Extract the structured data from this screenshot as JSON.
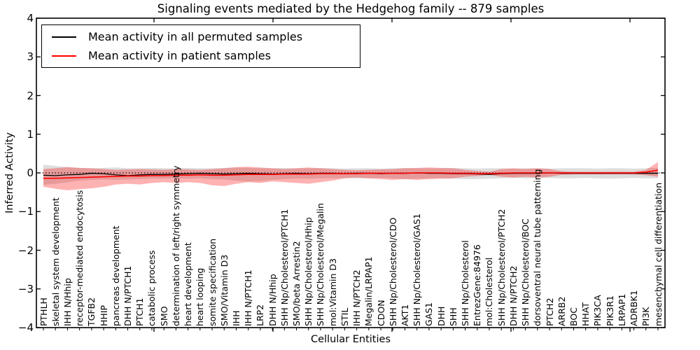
{
  "title": "Signaling events mediated by the Hedgehog family -- 879 samples",
  "axes": {
    "ylabel": "Inferred Activity",
    "xlabel": "Cellular Entities",
    "yticks": [
      {
        "label": "4",
        "value": 4
      },
      {
        "label": "3",
        "value": 3
      },
      {
        "label": "2",
        "value": 2
      },
      {
        "label": "1",
        "value": 1
      },
      {
        "label": "0",
        "value": 0
      },
      {
        "label": "−1",
        "value": -1
      },
      {
        "label": "−2",
        "value": -2
      },
      {
        "label": "−3",
        "value": -3
      },
      {
        "label": "−4",
        "value": -4
      }
    ]
  },
  "legend": {
    "items": [
      {
        "label": "Mean activity in all permuted samples",
        "color": "#000000"
      },
      {
        "label": "Mean activity in patient samples",
        "color": "#ff0000"
      }
    ]
  },
  "colors": {
    "permuted_line": "#000000",
    "patient_line": "#ff0000",
    "permuted_band": "#808080",
    "patient_band": "#ff0000",
    "reference_line": "#000000"
  },
  "chart_data": {
    "type": "line",
    "title": "Signaling events mediated by the Hedgehog family -- 879 samples",
    "xlabel": "Cellular Entities",
    "ylabel": "Inferred Activity",
    "ylim": [
      -4,
      4
    ],
    "legend_position": "upper left",
    "grid": false,
    "reference_line": {
      "y": 0,
      "style": "dotted",
      "color": "#000000"
    },
    "categories": [
      "PTHLH",
      "skeletal system development",
      "IHH N/Hhip",
      "receptor-mediated endocytosis",
      "TGFB2",
      "HHIP",
      "pancreas development",
      "DHH N/PTCH1",
      "PTCH1",
      "catabolic process",
      "SMO",
      "determination of left/right symmetry",
      "heart development",
      "heart looping",
      "somite specification",
      "SMO/Vitamin D3",
      "IHH",
      "IHH N/PTCH1",
      "LRP2",
      "DHH N/Hhip",
      "SHH Np/Cholesterol/PTCH1",
      "SMO/beta Arrestin2",
      "SHH Np/Cholesterol/Hhip",
      "SHH Np/Cholesterol/Megalin",
      "mol:Vitamin D3",
      "STIL",
      "IHH N/PTCH2",
      "Megalin/LRPAP1",
      "CDON",
      "SHH Np/Cholesterol/CDO",
      "AKT1",
      "SHH Np/Cholesterol/GAS1",
      "GAS1",
      "DHH",
      "SHH",
      "SHH Np/Cholesterol",
      "EntrezGene:84976",
      "mol:Cholesterol",
      "SHH Np/Cholesterol/PTCH2",
      "DHH N/PTCH2",
      "SHH Np/Cholesterol/BOC",
      "dorsoventral neural tube patterning",
      "PTCH2",
      "ARRB2",
      "BOC",
      "HHAT",
      "PIK3CA",
      "PIK3R1",
      "LRPAP1",
      "ADRBK1",
      "PI3K",
      "mesenchymal cell differentiation"
    ],
    "series": [
      {
        "name": "Mean activity in all permuted samples",
        "color": "#000000",
        "band_color": "#808080",
        "band_opacity": 0.27,
        "values": [
          -0.06,
          -0.07,
          -0.05,
          -0.04,
          -0.01,
          -0.02,
          -0.05,
          -0.07,
          -0.05,
          -0.04,
          -0.04,
          -0.03,
          -0.02,
          -0.01,
          -0.02,
          -0.03,
          -0.02,
          -0.01,
          -0.02,
          -0.03,
          -0.02,
          -0.01,
          -0.02,
          -0.01,
          -0.01,
          -0.02,
          -0.01,
          -0.01,
          -0.02,
          -0.01,
          -0.01,
          0.0,
          -0.01,
          -0.01,
          -0.02,
          -0.02,
          -0.03,
          -0.04,
          -0.02,
          -0.01,
          -0.01,
          -0.01,
          0.0,
          -0.01,
          -0.01,
          -0.01,
          -0.01,
          -0.01,
          -0.01,
          -0.01,
          -0.01,
          -0.01
        ],
        "band_upper": [
          0.21,
          0.18,
          0.15,
          0.13,
          0.12,
          0.13,
          0.14,
          0.12,
          0.12,
          0.13,
          0.12,
          0.12,
          0.13,
          0.12,
          0.12,
          0.13,
          0.14,
          0.13,
          0.12,
          0.12,
          0.13,
          0.12,
          0.12,
          0.13,
          0.12,
          0.11,
          0.12,
          0.12,
          0.11,
          0.12,
          0.13,
          0.12,
          0.12,
          0.12,
          0.13,
          0.12,
          0.11,
          0.12,
          0.12,
          0.11,
          0.12,
          0.12,
          0.11,
          0.12,
          0.12,
          0.12,
          0.11,
          0.12,
          0.12,
          0.11,
          0.12,
          0.13
        ],
        "band_lower": [
          -0.31,
          -0.28,
          -0.24,
          -0.2,
          -0.18,
          -0.17,
          -0.18,
          -0.17,
          -0.16,
          -0.15,
          -0.15,
          -0.14,
          -0.15,
          -0.14,
          -0.16,
          -0.17,
          -0.2,
          -0.22,
          -0.21,
          -0.18,
          -0.16,
          -0.15,
          -0.15,
          -0.14,
          -0.14,
          -0.13,
          -0.14,
          -0.14,
          -0.13,
          -0.14,
          -0.16,
          -0.15,
          -0.14,
          -0.14,
          -0.15,
          -0.16,
          -0.16,
          -0.15,
          -0.14,
          -0.13,
          -0.14,
          -0.14,
          -0.13,
          -0.14,
          -0.14,
          -0.13,
          -0.14,
          -0.15,
          -0.14,
          -0.13,
          -0.14,
          -0.14
        ]
      },
      {
        "name": "Mean activity in patient samples",
        "color": "#ff0000",
        "band_color": "#ff0000",
        "band_opacity": 0.3,
        "values": [
          -0.14,
          -0.14,
          -0.13,
          -0.12,
          -0.11,
          -0.1,
          -0.09,
          -0.08,
          -0.08,
          -0.07,
          -0.07,
          -0.06,
          -0.06,
          -0.05,
          -0.06,
          -0.06,
          -0.05,
          -0.04,
          -0.04,
          -0.04,
          -0.03,
          -0.03,
          -0.03,
          -0.02,
          -0.02,
          -0.02,
          -0.02,
          -0.01,
          -0.01,
          -0.01,
          -0.01,
          0.0,
          0.0,
          0.0,
          -0.01,
          -0.01,
          -0.02,
          -0.02,
          -0.01,
          0.0,
          0.0,
          0.0,
          0.0,
          0.0,
          0.0,
          0.0,
          0.0,
          0.0,
          0.0,
          0.0,
          0.02,
          0.07
        ],
        "band_upper": [
          0.1,
          0.12,
          0.15,
          0.13,
          0.12,
          0.1,
          0.08,
          0.09,
          0.1,
          0.09,
          0.08,
          0.1,
          0.09,
          0.08,
          0.1,
          0.12,
          0.15,
          0.16,
          0.14,
          0.12,
          0.1,
          0.12,
          0.14,
          0.12,
          0.1,
          0.08,
          0.07,
          0.08,
          0.09,
          0.1,
          0.12,
          0.13,
          0.14,
          0.13,
          0.12,
          0.08,
          0.05,
          0.03,
          0.1,
          0.12,
          0.1,
          0.12,
          0.1,
          0.04,
          0.03,
          0.03,
          0.03,
          0.03,
          0.03,
          0.03,
          0.08,
          0.28
        ],
        "band_lower": [
          -0.36,
          -0.41,
          -0.45,
          -0.42,
          -0.4,
          -0.36,
          -0.3,
          -0.28,
          -0.3,
          -0.26,
          -0.24,
          -0.26,
          -0.24,
          -0.26,
          -0.32,
          -0.34,
          -0.28,
          -0.24,
          -0.26,
          -0.22,
          -0.24,
          -0.26,
          -0.28,
          -0.24,
          -0.2,
          -0.14,
          -0.12,
          -0.14,
          -0.16,
          -0.18,
          -0.16,
          -0.18,
          -0.16,
          -0.15,
          -0.14,
          -0.1,
          -0.08,
          -0.05,
          -0.1,
          -0.12,
          -0.1,
          -0.12,
          -0.1,
          -0.05,
          -0.04,
          -0.04,
          -0.04,
          -0.04,
          -0.04,
          -0.04,
          -0.06,
          -0.1
        ]
      }
    ]
  }
}
